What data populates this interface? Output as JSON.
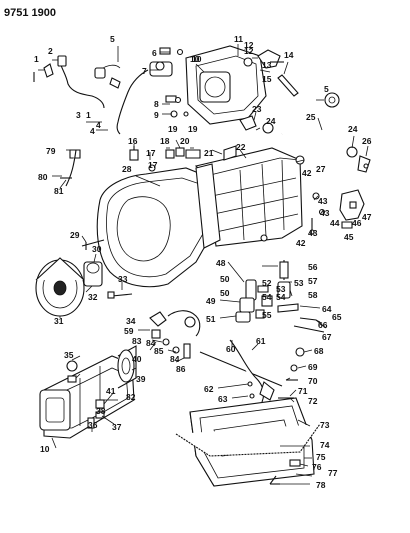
{
  "document_number": "9751 1900",
  "callouts": [
    "1",
    "2",
    "3",
    "4",
    "5",
    "6",
    "7",
    "8",
    "9",
    "10",
    "11",
    "12",
    "13",
    "14",
    "15",
    "16",
    "17",
    "18",
    "19",
    "20",
    "21",
    "22",
    "23",
    "24",
    "25",
    "26",
    "27",
    "28",
    "29",
    "30",
    "31",
    "32",
    "33",
    "34",
    "35",
    "36",
    "37",
    "38",
    "39",
    "40",
    "41",
    "42",
    "43",
    "44",
    "45",
    "46",
    "47",
    "48",
    "49",
    "50",
    "51",
    "52",
    "53",
    "54",
    "55",
    "56",
    "57",
    "58",
    "59",
    "60",
    "61",
    "62",
    "63",
    "64",
    "65",
    "66",
    "67",
    "68",
    "69",
    "70",
    "71",
    "72",
    "73",
    "74",
    "75",
    "76",
    "77",
    "78",
    "79",
    "80",
    "81",
    "82",
    "83",
    "84",
    "85",
    "86"
  ],
  "extra_labels": [
    "1",
    "4",
    "5",
    "10",
    "12",
    "17",
    "19",
    "24",
    "42",
    "43",
    "43",
    "50",
    "53",
    "54",
    "84",
    "10"
  ]
}
